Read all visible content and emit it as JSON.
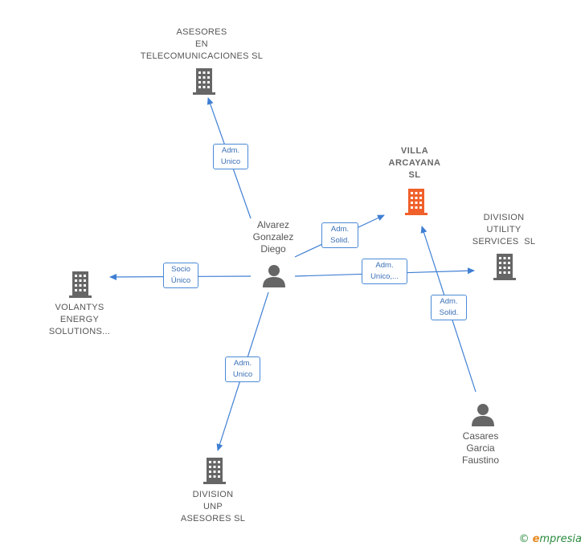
{
  "colors": {
    "edge": "#3f7fd3",
    "box_border": "#4a8ad6",
    "box_text": "#3a6fb6",
    "node_grey": "#666666",
    "focus_orange": "#f0602a",
    "brand_green": "#2a8a3e",
    "brand_orange": "#e8891f"
  },
  "nodes": {
    "asesores": {
      "lines": [
        "ASESORES",
        "EN",
        "TELECOMUNICACIONES SL"
      ],
      "icon": "building-icon"
    },
    "villa": {
      "lines": [
        "VILLA",
        "ARCAYANA",
        "SL"
      ],
      "icon": "building-icon"
    },
    "division_utility": {
      "lines": [
        "DIVISION",
        "UTILITY",
        "SERVICES  SL"
      ],
      "icon": "building-icon"
    },
    "volantys": {
      "lines": [
        "VOLANTYS",
        "ENERGY",
        "SOLUTIONS..."
      ],
      "icon": "building-icon"
    },
    "division_unp": {
      "lines": [
        "DIVISION",
        "UNP",
        "ASESORES SL"
      ],
      "icon": "building-icon"
    },
    "alvarez": {
      "lines": [
        "Alvarez",
        "Gonzalez",
        "Diego"
      ],
      "icon": "person-icon"
    },
    "casares": {
      "lines": [
        "Casares",
        "Garcia",
        "Faustino"
      ],
      "icon": "person-icon"
    }
  },
  "relations": {
    "r_asesores": {
      "lines": [
        "Adm.",
        "Unico"
      ]
    },
    "r_villa": {
      "lines": [
        "Adm.",
        "Solid."
      ]
    },
    "r_division_utility": {
      "lines": [
        "Adm.",
        "Unico,..."
      ]
    },
    "r_volantys": {
      "lines": [
        "Socio",
        "Único"
      ]
    },
    "r_division_unp": {
      "lines": [
        "Adm.",
        "Unico"
      ]
    },
    "r_casares_villa": {
      "lines": [
        "Adm.",
        "Solid."
      ]
    }
  },
  "footer": {
    "copyright": "©",
    "brand_first": "e",
    "brand_rest": "mpresia"
  }
}
